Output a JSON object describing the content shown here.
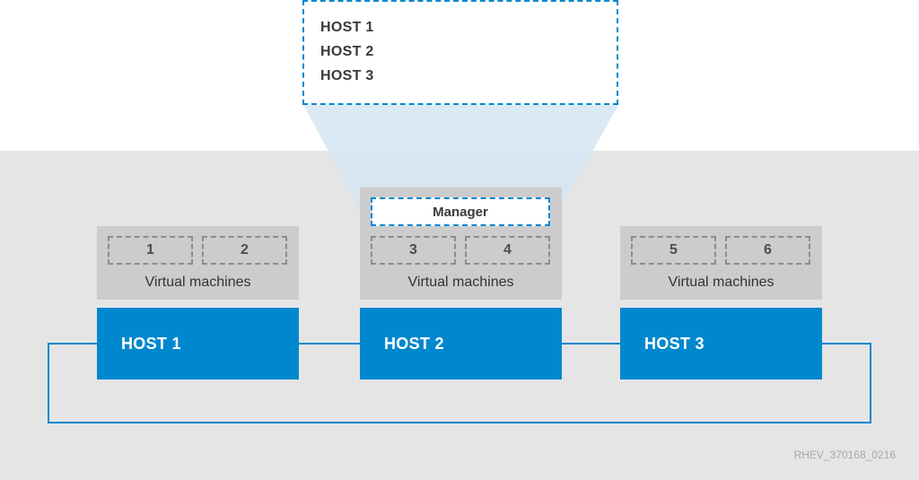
{
  "popup": {
    "items": [
      "HOST 1",
      "HOST 2",
      "HOST 3"
    ]
  },
  "manager": {
    "label": "Manager"
  },
  "hosts": [
    {
      "label": "HOST 1",
      "vms": [
        "1",
        "2"
      ],
      "vm_caption": "Virtual machines"
    },
    {
      "label": "HOST 2",
      "vms": [
        "3",
        "4"
      ],
      "vm_caption": "Virtual machines"
    },
    {
      "label": "HOST 3",
      "vms": [
        "5",
        "6"
      ],
      "vm_caption": "Virtual machines"
    }
  ],
  "diagram_id": "RHEV_370168_0216",
  "colors": {
    "host_blue": "#0088ce",
    "panel_gray": "#e5e5e5",
    "vm_gray": "#cccccc",
    "funnel": "#d5e6f2"
  }
}
